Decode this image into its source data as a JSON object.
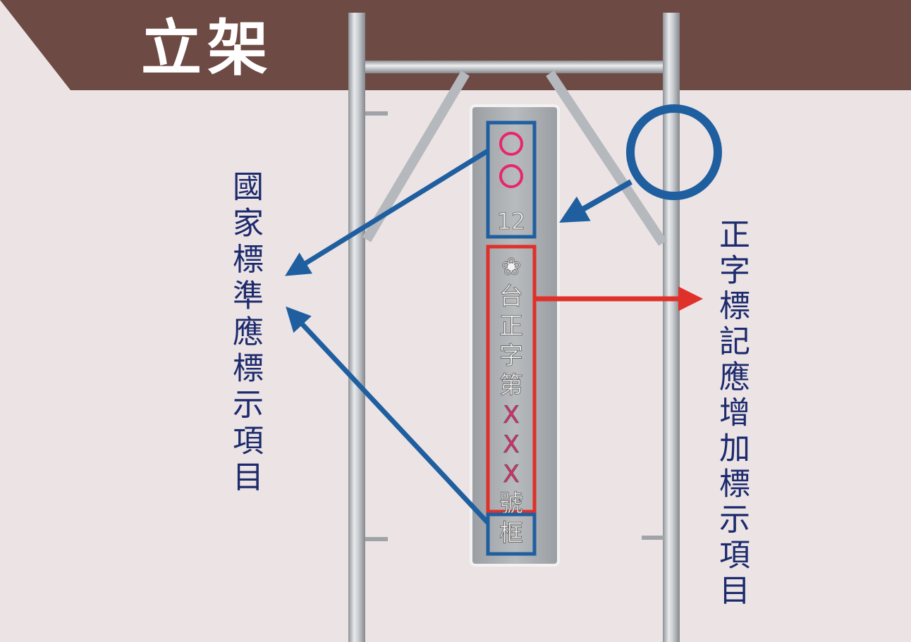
{
  "header": {
    "title": "立架"
  },
  "plate": {
    "top_marks": [
      "○",
      "○"
    ],
    "size_number": "12",
    "lines": [
      "台",
      "正",
      "字",
      "第",
      "X",
      "X",
      "X",
      "號",
      "框"
    ],
    "logo_glyph": "❀"
  },
  "labels": {
    "left": [
      "國",
      "家",
      "標",
      "準",
      "應",
      "標",
      "示",
      "項",
      "目"
    ],
    "right": [
      "正",
      "字",
      "標",
      "記",
      "應",
      "增",
      "加",
      "標",
      "示",
      "項",
      "目"
    ]
  },
  "colors": {
    "header_band": "#6e4a44",
    "frame": "#b9bcc0",
    "blue": "#1f5fa0",
    "red": "#e0302a",
    "marker_pink": "#e8266a",
    "label_text": "#1c2a6e"
  }
}
